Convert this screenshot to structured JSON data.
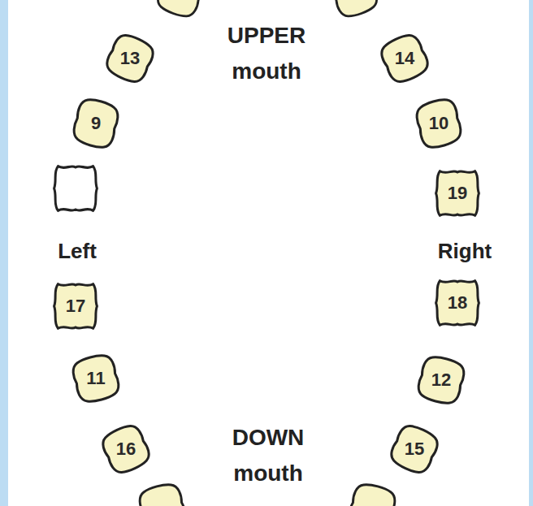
{
  "diagram": {
    "nodes": [
      {
        "text": [
          "13"
        ]
      },
      {
        "text": [
          "14"
        ]
      },
      {
        "text": [
          "9"
        ]
      },
      {
        "text": [
          "10"
        ]
      },
      {
        "text": [
          "19"
        ]
      },
      {
        "text": [
          "17"
        ]
      },
      {
        "text": [
          "18"
        ]
      },
      {
        "text": [
          "11"
        ]
      },
      {
        "text": [
          "12"
        ]
      },
      {
        "text": [
          "16"
        ]
      },
      {
        "text": [
          "15"
        ]
      }
    ],
    "labels": [
      "UPPER mouth",
      "Left",
      "Right",
      "DOWN mouth"
    ]
  }
}
